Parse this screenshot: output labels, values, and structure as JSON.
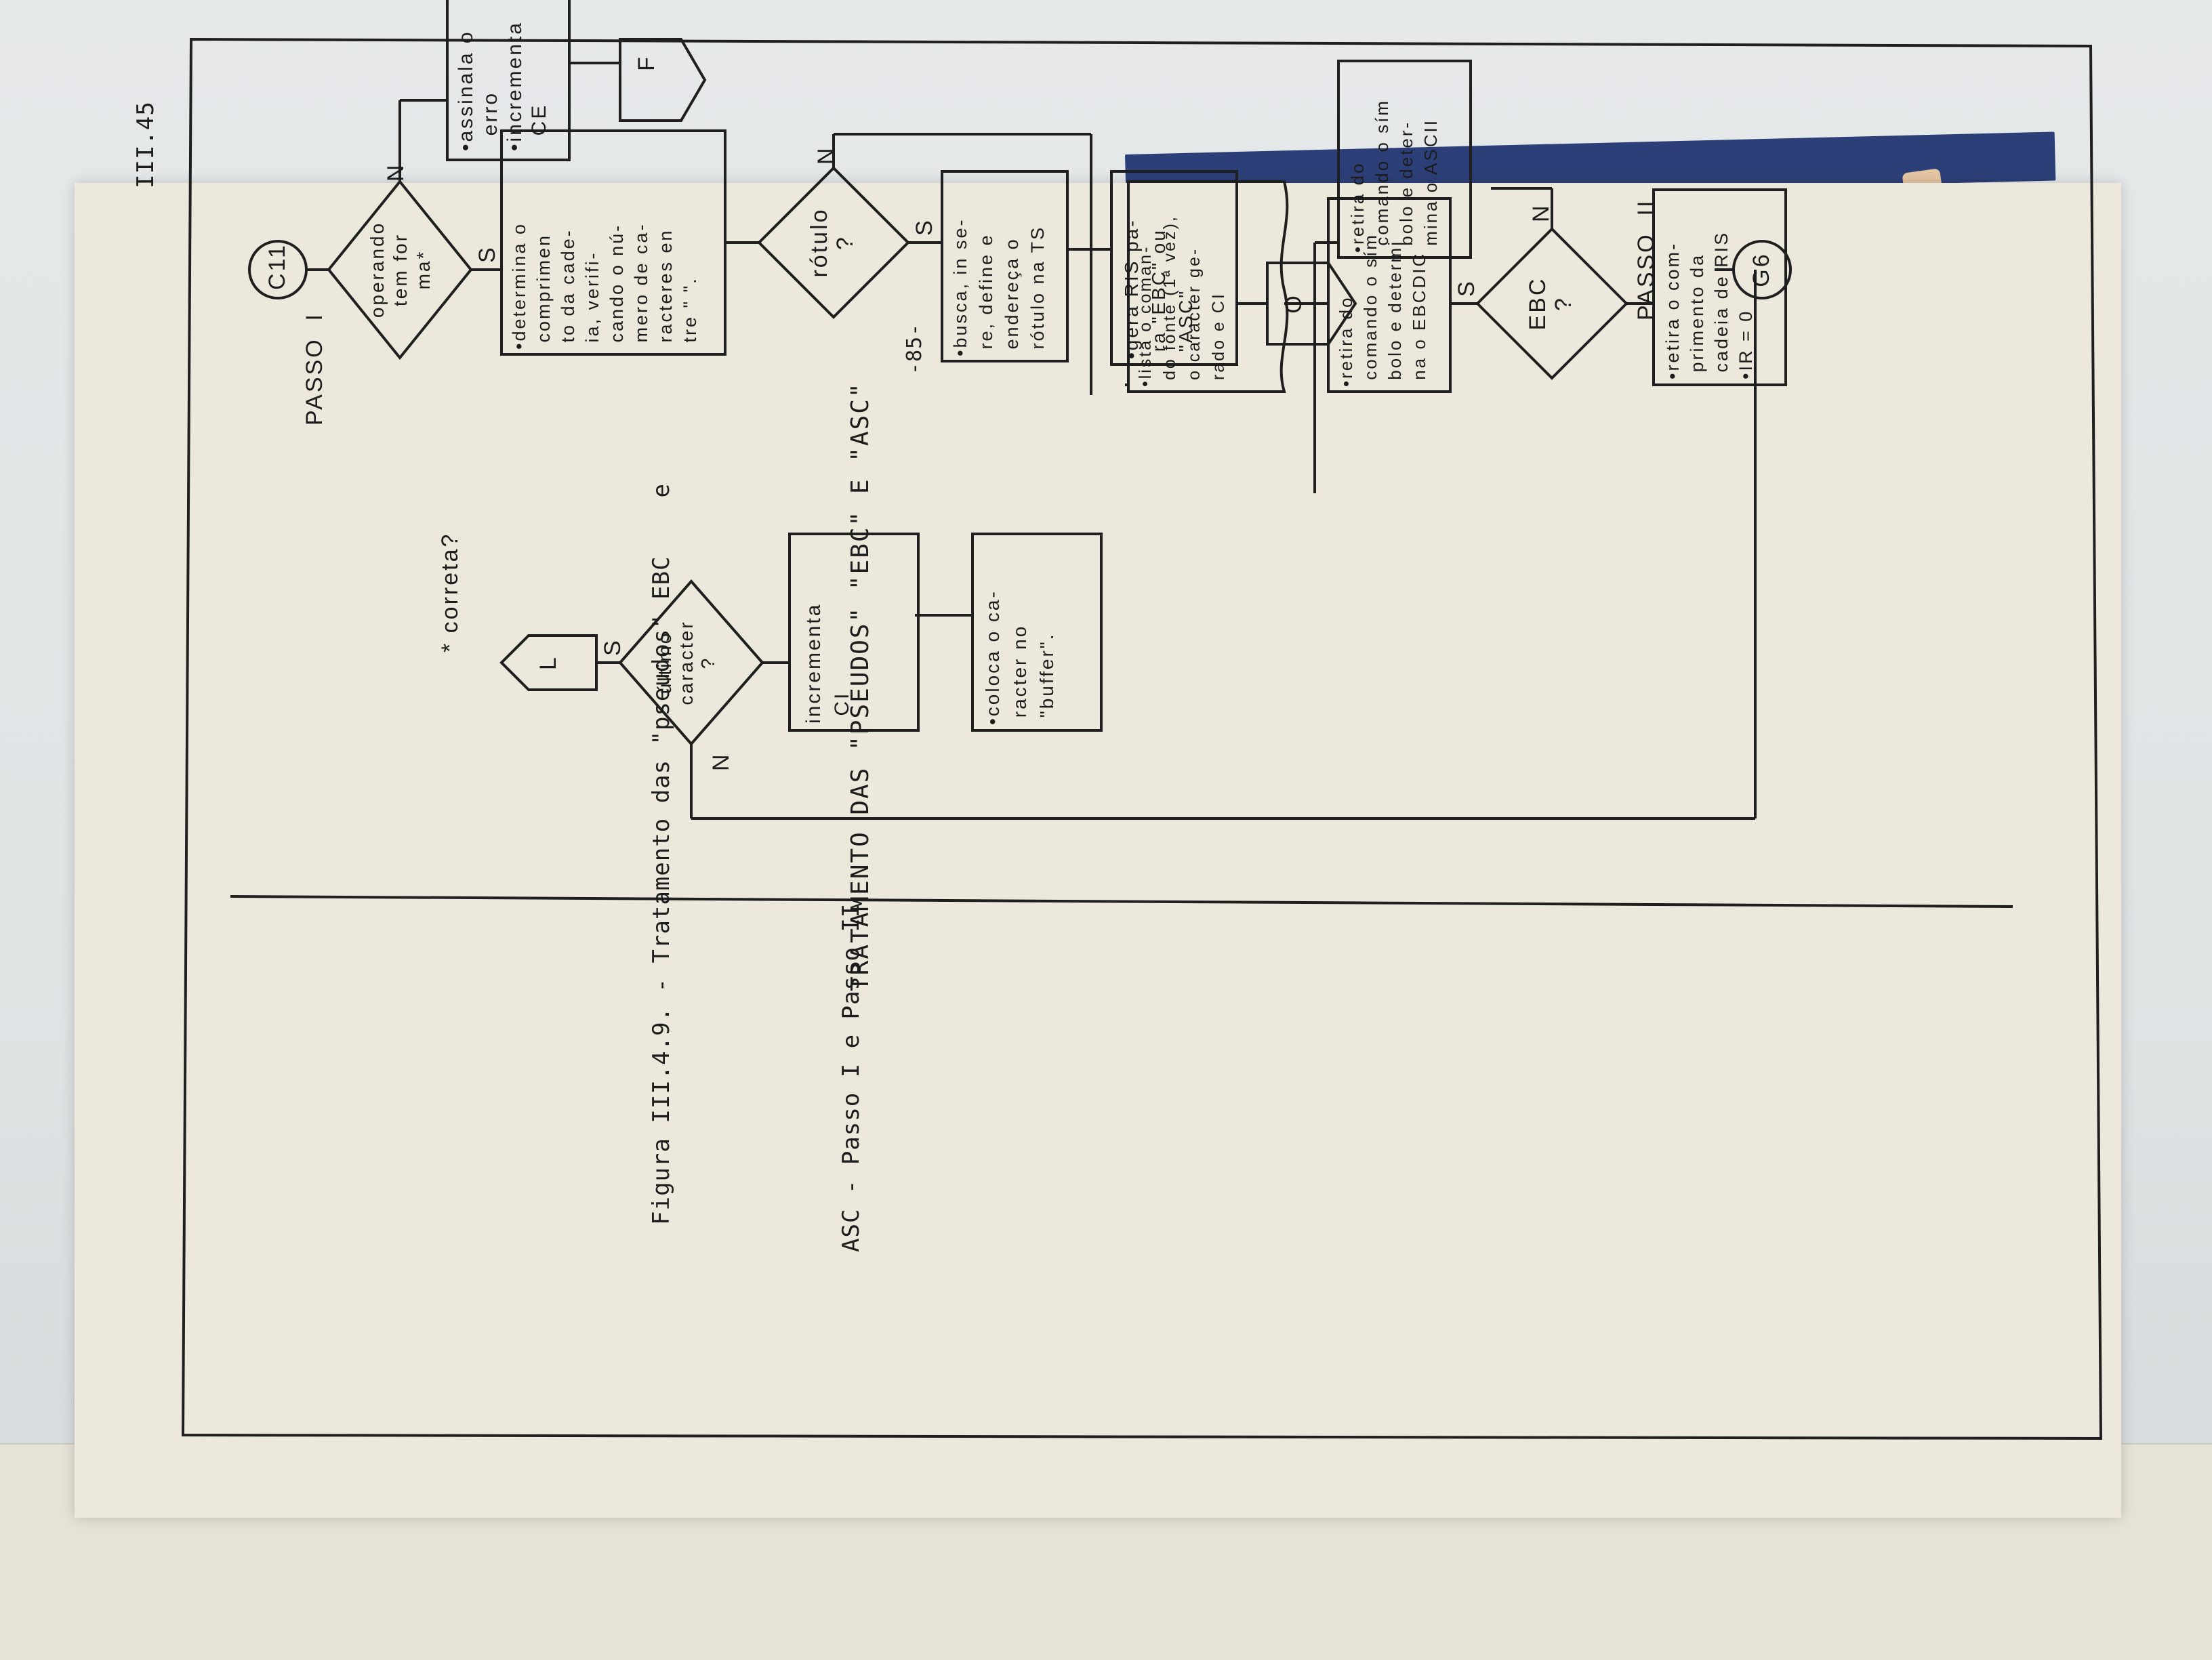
{
  "page": {
    "page_code": "III.45",
    "page_number": "-85-"
  },
  "passo1": {
    "title": "PASSO  I",
    "start": "C11",
    "decision1": "operando\ntem for\nma*",
    "label_s1": "S",
    "label_n1": "N",
    "box_error": "•assinala o\n  erro\n•incrementa\n  CE",
    "exit_f": "F",
    "box_determina": "•determina o\n comprimen\n to da cade-\n ia, verifi-\n cando o nú-\n mero de ca-\n racteres en\n tre \" \".",
    "decision2": "rótulo\n?",
    "label_s2": "S",
    "label_n2": "N",
    "box_busca": "•busca, in se-\n re, define e\n endereça o\n rótulo na TS",
    "box_gera": "•gera RIS pa-\n ra \"EBC\" ou\n \"ASC\"",
    "exit_o": "O",
    "footnote": "* correta?"
  },
  "passo2": {
    "title": "PASSO  II",
    "start": "G6",
    "box_retira": "•retira o com-\n primento da\n cadeia de RIS\n•IR = 0",
    "decision_ebc": "EBC\n?",
    "label_s_ebc": "S",
    "label_n_ebc": "N",
    "box_ebcdic": "•retira do\n comando o sím\n bolo e determi\n na o EBCDIC",
    "box_ascii": "•retira do\n comando o sím\n bolo e deter-\n mina o ASCII",
    "box_lista": "•lista o coman-\n do fonte (1ª vez),\n o caracter ge-\n rado e CI",
    "box_coloca": "•coloca o ca-\n racter no\n \"buffer\".",
    "box_incrementa": "incrementa\n CI",
    "decision_ultimo": "último\ncaracter\n?",
    "label_s_ult": "S",
    "label_n_ult": "N",
    "exit_l": "L"
  },
  "diagram_title": "TRATAMENTO DAS \"PSEUDOS\" \"EBC\" E \"ASC\"",
  "caption": {
    "line1": "Figura III.4.9. - Tratamento das \"pseudos\" EBC    e",
    "line2": "ASC - Passo I e Passo II"
  }
}
